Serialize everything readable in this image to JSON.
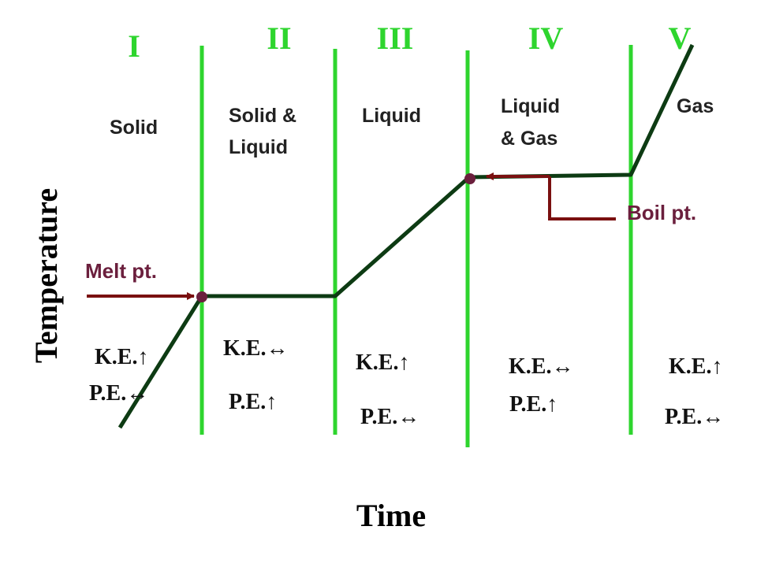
{
  "colors": {
    "divider": "#2ed52e",
    "curve": "#0d3b13",
    "marker": "#6b1f3d",
    "arrow": "#7a1010",
    "label_accent": "#6b1f3d"
  },
  "axes": {
    "y_label": "Temperature",
    "x_label": "Time"
  },
  "regions": [
    {
      "numeral": "I",
      "phase": [
        "Solid"
      ],
      "ke": "K.E.↑",
      "pe": "P.E.↔"
    },
    {
      "numeral": "II",
      "phase": [
        "Solid &",
        "Liquid"
      ],
      "ke": "K.E.↔",
      "pe": "P.E.↑"
    },
    {
      "numeral": "III",
      "phase": [
        "Liquid"
      ],
      "ke": "K.E.↑",
      "pe": "P.E.↔"
    },
    {
      "numeral": "IV",
      "phase": [
        "Liquid",
        "& Gas"
      ],
      "ke": "K.E.↔",
      "pe": "P.E.↑"
    },
    {
      "numeral": "V",
      "phase": [
        "Gas"
      ],
      "ke": "K.E.↑",
      "pe": "P.E.↔"
    }
  ],
  "annotations": {
    "melt": "Melt pt.",
    "boil": "Boil pt."
  }
}
